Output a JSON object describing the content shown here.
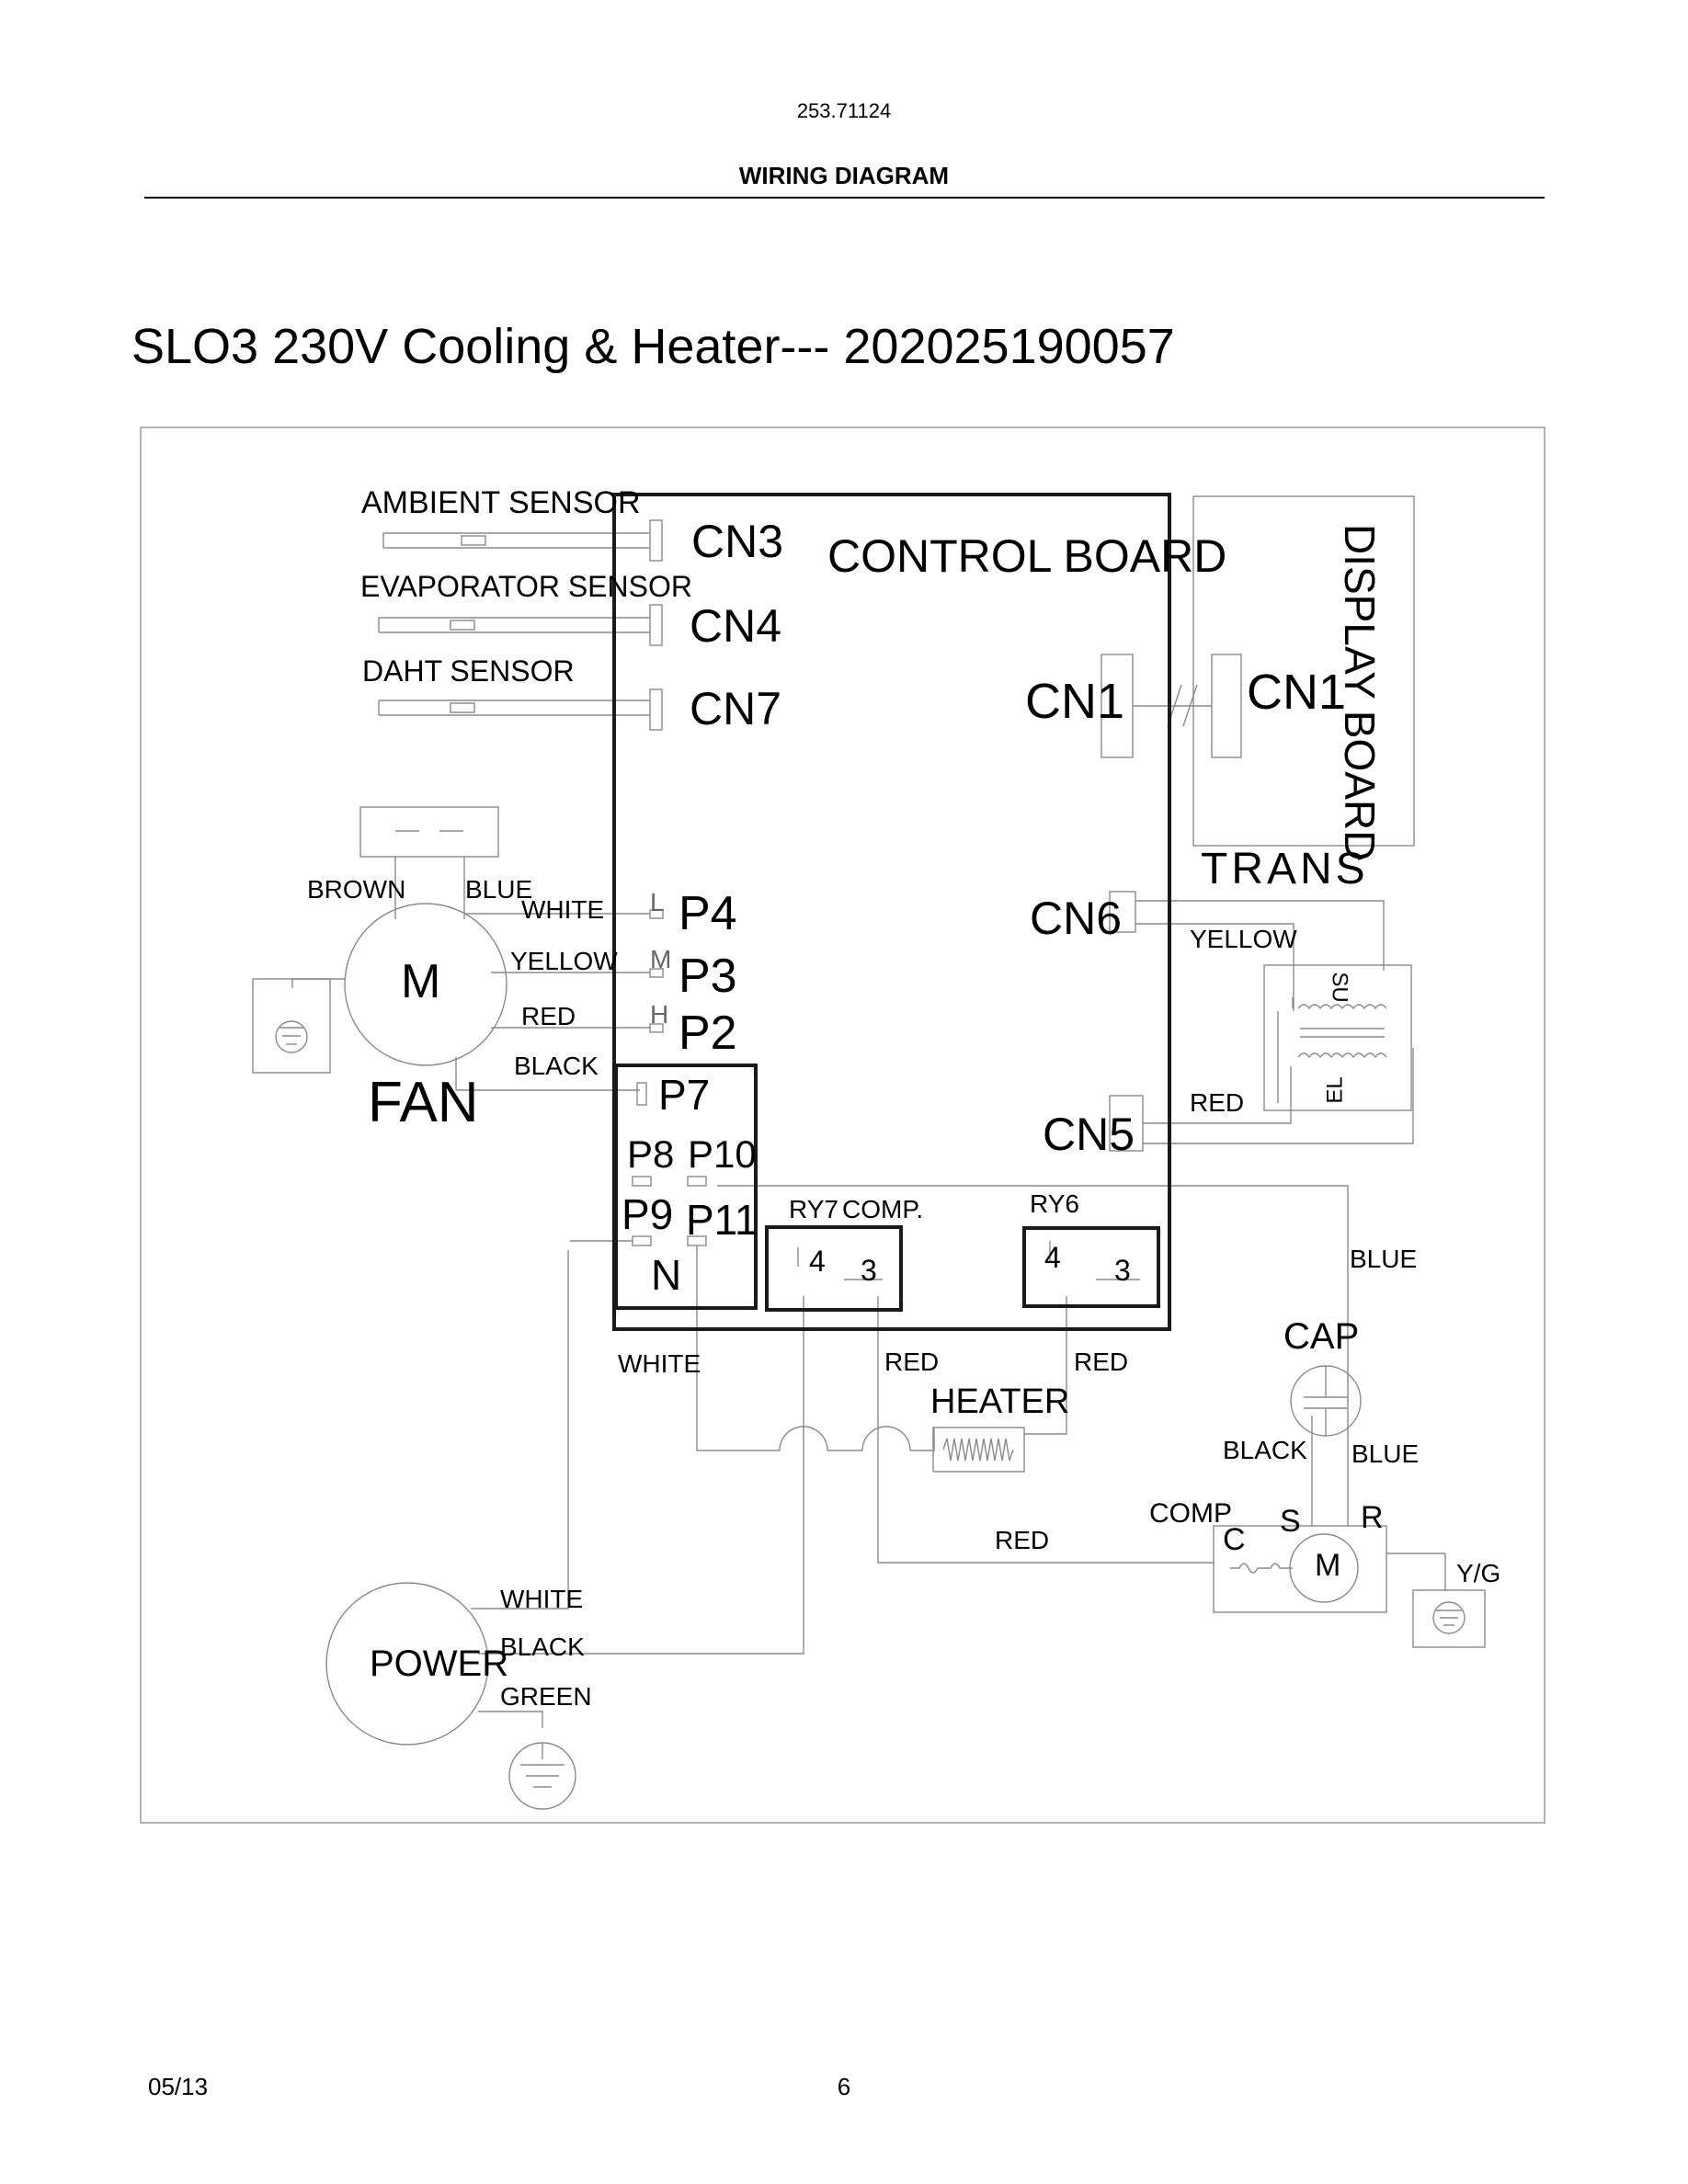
{
  "header": {
    "model_number": "253.71124",
    "section_title": "WIRING DIAGRAM"
  },
  "title": "SLO3 230V Cooling & Heater--- 202025190057",
  "footer": {
    "date": "05/13",
    "page": "6"
  },
  "diagram": {
    "sensors": {
      "ambient": "AMBIENT SENSOR",
      "evaporator": "EVAPORATOR SENSOR",
      "daht": "DAHT SENSOR"
    },
    "control_board": {
      "label": "CONTROL BOARD",
      "cn3": "CN3",
      "cn4": "CN4",
      "cn7": "CN7",
      "cn1": "CN1",
      "cn6": "CN6",
      "cn5": "CN5",
      "p4": "P4",
      "p3": "P3",
      "p2": "P2",
      "p7": "P7",
      "p8": "P8",
      "p10": "P10",
      "p9": "P9",
      "p11": "P11",
      "n": "N",
      "l": "L",
      "m": "M",
      "h": "H",
      "ry7": "RY7",
      "comp_relay": "COMP.",
      "ry6": "RY6",
      "ry7_pin4": "4",
      "ry7_pin3": "3",
      "ry6_pin4": "4",
      "ry6_pin3": "3"
    },
    "display_board": {
      "label": "DISPLAY BOARD",
      "cn1": "CN1"
    },
    "trans": {
      "label": "TRANS",
      "su": "SU",
      "el": "EL"
    },
    "fan": {
      "label": "FAN",
      "motor": "M",
      "wire_brown": "BROWN",
      "wire_blue": "BLUE",
      "wire_white": "WHITE",
      "wire_yellow": "YELLOW",
      "wire_red": "RED",
      "wire_black": "BLACK"
    },
    "wires": {
      "cn6_yellow": "YELLOW",
      "cn5_red": "RED",
      "blue_right": "BLUE",
      "white_bottom": "WHITE",
      "red_ry7": "RED",
      "red_ry6": "RED",
      "red_comp": "RED"
    },
    "heater": {
      "label": "HEATER"
    },
    "cap": {
      "label": "CAP",
      "wire_black": "BLACK",
      "wire_blue": "BLUE"
    },
    "compressor": {
      "label": "COMP",
      "c": "C",
      "s": "S",
      "r": "R",
      "motor": "M",
      "ground": "Y/G"
    },
    "power": {
      "label": "POWER",
      "wire_white": "WHITE",
      "wire_black": "BLACK",
      "wire_green": "GREEN"
    }
  }
}
